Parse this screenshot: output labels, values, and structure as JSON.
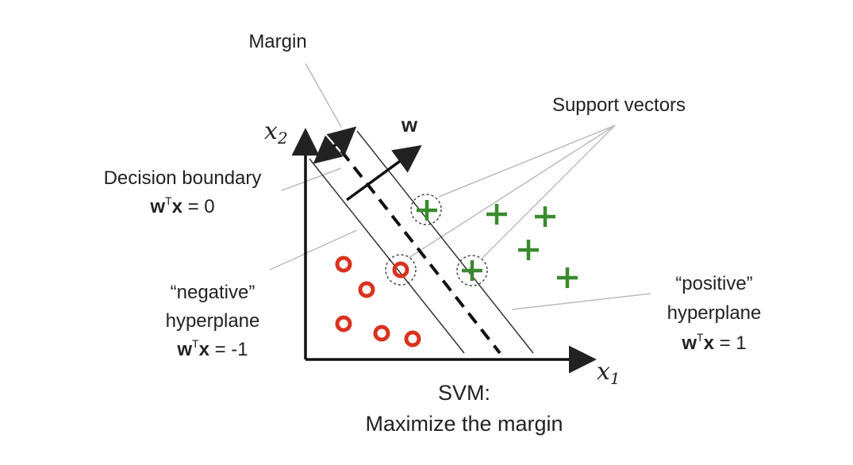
{
  "labels": {
    "margin": "Margin",
    "w": "w",
    "x2_var": "x",
    "x2_sub": "2",
    "x1_var": "x",
    "x1_sub": "1",
    "support_vectors": "Support vectors",
    "decision_boundary": "Decision boundary",
    "decision_eq_w": "w",
    "decision_eq_sup": "T",
    "decision_eq_x": "x",
    "decision_eq_rhs": " = 0",
    "negative_quote": "“negative”",
    "negative_hyperplane": "hyperplane",
    "negative_eq_w": "w",
    "negative_eq_sup": "T",
    "negative_eq_x": "x",
    "negative_eq_rhs": " = -1",
    "positive_quote": "“positive”",
    "positive_hyperplane": "hyperplane",
    "positive_eq_w": "w",
    "positive_eq_sup": "T",
    "positive_eq_x": "x",
    "positive_eq_rhs": " = 1",
    "svm": "SVM:",
    "maximize": "Maximize the margin"
  },
  "colors": {
    "negative_class": "#d9321e",
    "positive_class": "#3a8a2e",
    "lines": "#222222",
    "leader_lines": "#bbbbbb",
    "support_circle": "#444444"
  },
  "symbols": {
    "negative": "circle-marker",
    "positive": "plus-marker"
  }
}
